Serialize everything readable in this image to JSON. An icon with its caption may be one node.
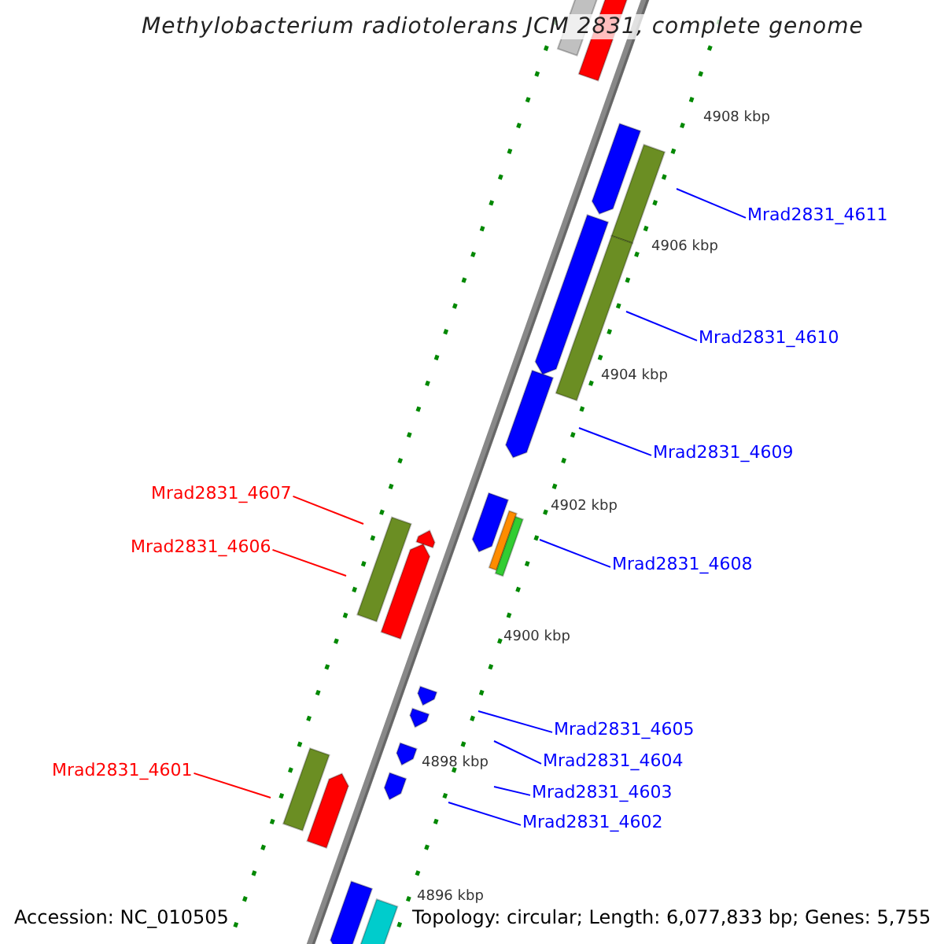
{
  "diagram": {
    "title": "Methylobacterium radiotolerans JCM 2831, complete genome",
    "nodes": [
      {
        "text": [
          "Mrad2831_4611"
        ]
      },
      {
        "text": [
          "Mrad2831_4610"
        ]
      },
      {
        "text": [
          "Mrad2831_4609"
        ]
      },
      {
        "text": [
          "Mrad2831_4607"
        ]
      },
      {
        "text": [
          "Mrad2831_4606"
        ]
      },
      {
        "text": [
          "Mrad2831_4608"
        ]
      },
      {
        "text": [
          "Mrad2831_4605"
        ]
      },
      {
        "text": [
          "Mrad2831_4604"
        ]
      },
      {
        "text": [
          "Mrad2831_4601"
        ]
      },
      {
        "text": [
          "Mrad2831_4603"
        ]
      },
      {
        "text": [
          "Mrad2831_4602"
        ]
      }
    ],
    "edges": [
      {
        "from": 0,
        "to": null,
        "arrow": "none"
      },
      {
        "from": 1,
        "to": null,
        "arrow": "none"
      },
      {
        "from": 2,
        "to": null,
        "arrow": "none"
      },
      {
        "from": 3,
        "to": null,
        "arrow": "none",
        "color": "#ff0000"
      },
      {
        "from": 4,
        "to": null,
        "arrow": "none",
        "color": "#ff0000"
      },
      {
        "from": 5,
        "to": null,
        "arrow": "none"
      },
      {
        "from": 6,
        "to": null,
        "arrow": "none"
      },
      {
        "from": 7,
        "to": null,
        "arrow": "none"
      },
      {
        "from": 8,
        "to": null,
        "arrow": "none",
        "color": "#ff0000"
      },
      {
        "from": 9,
        "to": null,
        "arrow": "none"
      },
      {
        "from": 10,
        "to": null,
        "arrow": "none"
      }
    ],
    "labels": [
      "4908 kbp",
      "4906 kbp",
      "4904 kbp",
      "4902 kbp",
      "4900 kbp",
      "4898 kbp",
      "4896 kbp",
      "Accession: NC_010505",
      "Topology: circular; Length: 6,077,833 bp; Genes: 5,755"
    ]
  }
}
